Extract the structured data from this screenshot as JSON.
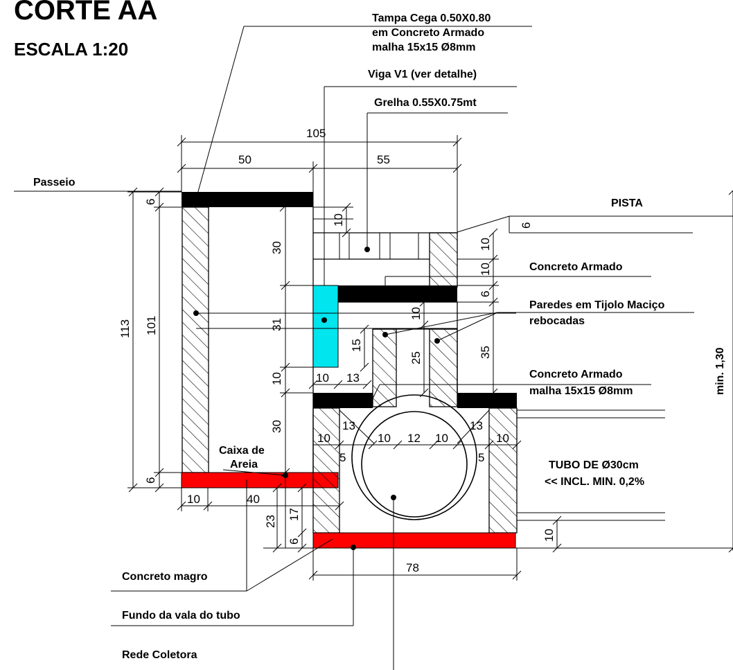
{
  "title": "CORTE AA",
  "scale": "ESCALA 1:20",
  "labels": {
    "tampa_1": "Tampa Cega 0.50X0.80",
    "tampa_2": "em Concreto Armado",
    "tampa_3": "malha 15x15 Ø8mm",
    "viga": "Viga V1 (ver detalhe)",
    "grelha": "Grelha 0.55X0.75mt",
    "passeio": "Passeio",
    "pista": "PISTA",
    "concreto_armado_1": "Concreto Armado",
    "paredes_1": "Paredes em Tijolo Maciço",
    "paredes_2": "rebocadas",
    "concreto_armado_2a": "Concreto Armado",
    "concreto_armado_2b": "malha 15x15 Ø8mm",
    "min_height": "min. 1,30",
    "caixa_1": "Caixa de",
    "caixa_2": "Areia",
    "tubo_1": "TUBO DE Ø30cm",
    "tubo_2": "<< INCL. MIN. 0,2%",
    "concreto_magro": "Concreto magro",
    "fundo_vala": "Fundo da vala do tubo",
    "rede_coletora": "Rede Coletora"
  },
  "dimensions": {
    "d105": "105",
    "d50": "50",
    "d55": "55",
    "d6a": "6",
    "d10a": "10",
    "d6b": "6",
    "d30a": "30",
    "d10b": "10",
    "d10c": "10",
    "d6c": "6",
    "d113": "113",
    "d101": "101",
    "d31": "31",
    "d10d": "10",
    "d15": "15",
    "d25": "25",
    "d35": "35",
    "d10e": "10",
    "d10f": "10",
    "d13a": "13",
    "d30b": "30",
    "d13b": "13",
    "d10g": "10",
    "d10h": "10",
    "d12": "12",
    "d10i": "10",
    "d13c": "13",
    "d10j": "10",
    "d5a": "5",
    "d5b": "5",
    "d6d": "6",
    "d10k": "10",
    "d40": "40",
    "d23": "23",
    "d17": "17",
    "d6e": "6",
    "d10l": "10",
    "d78": "78"
  },
  "colors": {
    "concrete": "#000000",
    "beam": "#00e5ee",
    "lean_concrete": "#ff0000",
    "line": "#000000"
  }
}
